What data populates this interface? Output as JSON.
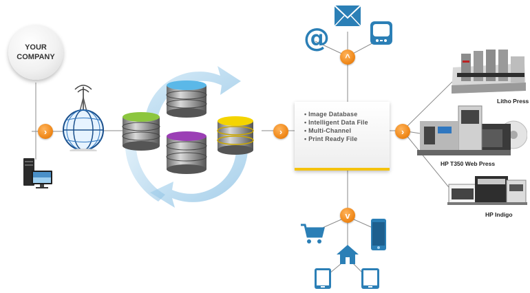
{
  "company": {
    "line1": "YOUR",
    "line2": "COMPANY"
  },
  "info_box": {
    "items": [
      "Image Database",
      "Intelligent Data File",
      "Multi-Channel",
      "Print Ready File"
    ]
  },
  "presses": [
    {
      "label": "Litho Press"
    },
    {
      "label": "HP T350 Web Press"
    },
    {
      "label": "HP Indigo"
    }
  ],
  "icons": {
    "top": [
      "at-sign-icon",
      "envelope-icon",
      "tv-icon"
    ],
    "bottom": [
      "shopping-cart-icon",
      "smartphone-icon",
      "house-icon",
      "phone-icon",
      "tablet-icon"
    ],
    "left": [
      "globe-antenna-icon",
      "computer-icon"
    ],
    "center": [
      "database-stack-icon"
    ]
  },
  "colors": {
    "accent_orange": "#f08a1c",
    "icon_blue": "#2b7fb6",
    "highlight_yellow": "#f4c20d",
    "db_green": "#8cc63f",
    "db_blue": "#5bb8e8",
    "db_purple": "#9b3fb5",
    "db_yellow": "#f4d400"
  }
}
